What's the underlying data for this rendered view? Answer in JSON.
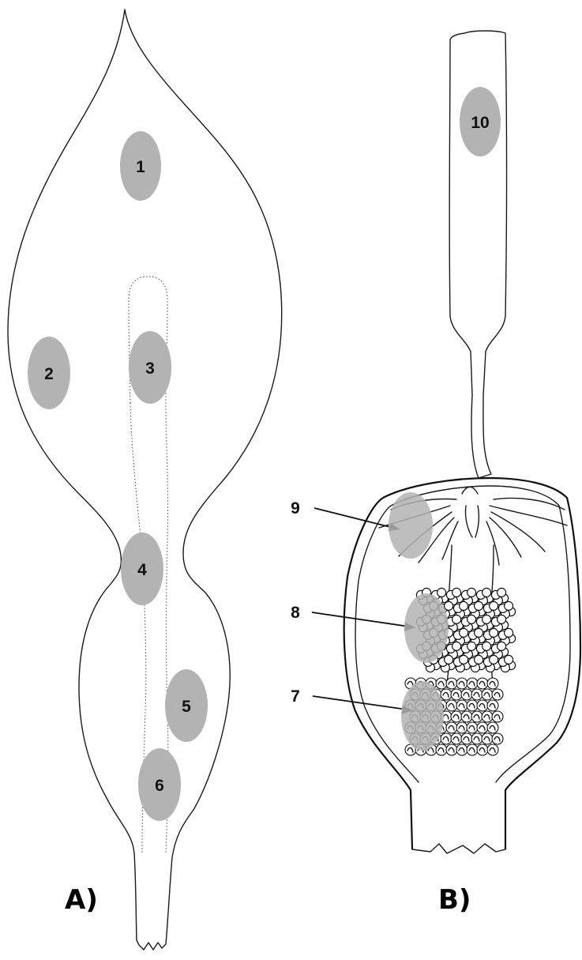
{
  "panels": [
    {
      "id": "A",
      "label": "A)"
    },
    {
      "id": "B",
      "label": "B)"
    }
  ],
  "spots": [
    {
      "label": "1"
    },
    {
      "label": "2"
    },
    {
      "label": "3"
    },
    {
      "label": "4"
    },
    {
      "label": "5"
    },
    {
      "label": "6"
    },
    {
      "label": "7"
    },
    {
      "label": "8"
    },
    {
      "label": "9"
    },
    {
      "label": "10"
    }
  ],
  "colors": {
    "spot": "#b3b3b3",
    "outline": "#1a1a1a"
  }
}
